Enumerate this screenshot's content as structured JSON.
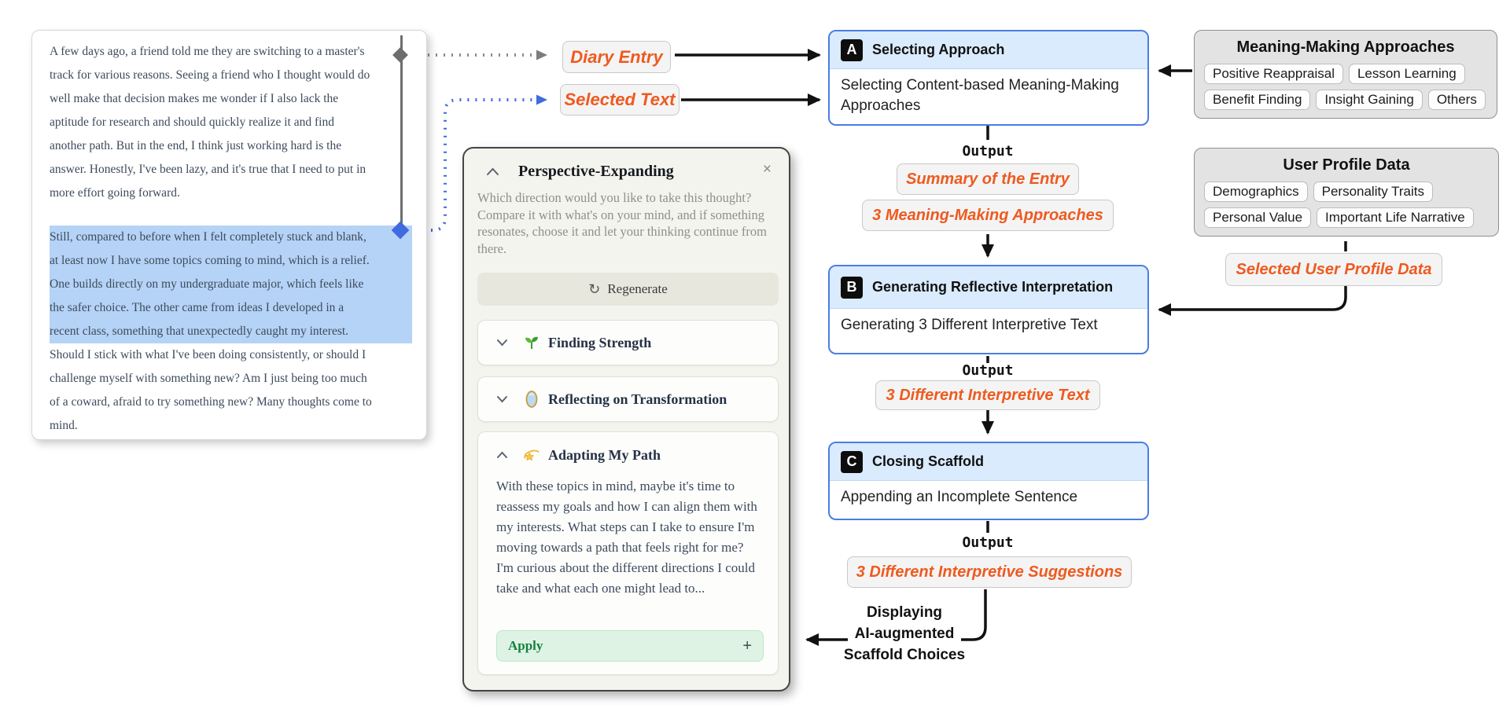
{
  "diary": {
    "lines": [
      {
        "text": "A few days ago, a friend told me they are switching to a master's",
        "highlighted": false
      },
      {
        "text": "track for various reasons. Seeing a friend who I thought would do",
        "highlighted": false
      },
      {
        "text": "well make that decision makes me wonder if I also lack the",
        "highlighted": false
      },
      {
        "text": "aptitude for research and should quickly realize it and find",
        "highlighted": false
      },
      {
        "text": "another path. But in the end, I think just working hard is the",
        "highlighted": false
      },
      {
        "text": "answer. Honestly, I've been lazy, and it's true that I need to put in",
        "highlighted": false
      },
      {
        "text": "more effort going forward.",
        "highlighted": false
      },
      {
        "text": "Still, compared to before when I felt completely stuck and blank,",
        "highlighted": true
      },
      {
        "text": "at least now I have some topics coming to mind, which is a relief.",
        "highlighted": true
      },
      {
        "text": "One builds directly on my undergraduate major, which feels like",
        "highlighted": true
      },
      {
        "text": "the safer choice. The other came from ideas I developed in a",
        "highlighted": true
      },
      {
        "text": "recent class, something that unexpectedly caught my interest.",
        "highlighted": true
      },
      {
        "text": "Should I stick with what I've been doing consistently, or should I",
        "highlighted": false
      },
      {
        "text": "challenge myself with something new? Am I just being too much",
        "highlighted": false
      },
      {
        "text": "of a coward, afraid to try something new? Many thoughts come to",
        "highlighted": false
      },
      {
        "text": "mind.",
        "highlighted": false
      }
    ]
  },
  "labels": {
    "diary_entry": "Diary Entry",
    "selected_text": "Selected Text"
  },
  "scaffold_card": {
    "title": "Perspective-Expanding",
    "close_icon": "×",
    "description": "Which direction would you like to take this thought? Compare it with what's on your mind, and if something resonates, choose it and let your thinking continue from there.",
    "regenerate": {
      "icon": "↻",
      "label": "Regenerate"
    },
    "sections": [
      {
        "icon": "seedling-icon",
        "title": "Finding Strength",
        "expanded": false
      },
      {
        "icon": "mirror-icon",
        "title": "Reflecting on Transformation",
        "expanded": false
      },
      {
        "icon": "shooting-star-icon",
        "title": "Adapting My Path",
        "expanded": true,
        "body": "With these topics in mind, maybe it's time to reassess my goals and how I can align them with my interests. What steps can I take to ensure I'm moving towards a path that feels right for me? I'm curious about the different directions I could take and what each one might lead to...",
        "apply_label": "Apply",
        "plus_icon": "+"
      }
    ]
  },
  "flow": {
    "steps": [
      {
        "badge": "A",
        "title": "Selecting Approach",
        "body": "Selecting Content-based Meaning-Making Approaches",
        "output_label": "Output",
        "outputs": [
          "Summary of the Entry",
          "3 Meaning-Making Approaches"
        ]
      },
      {
        "badge": "B",
        "title": "Generating Reflective Interpretation",
        "body": "Generating 3 Different Interpretive Text",
        "output_label": "Output",
        "outputs": [
          "3 Different Interpretive Text"
        ]
      },
      {
        "badge": "C",
        "title": "Closing Scaffold",
        "body": "Appending an Incomplete Sentence",
        "output_label": "Output",
        "outputs": [
          "3 Different Interpretive Suggestions"
        ]
      }
    ],
    "display_note_lines": [
      "Displaying",
      "AI-augmented",
      "Scaffold Choices"
    ]
  },
  "side_panels": {
    "meaning_making": {
      "title": "Meaning-Making Approaches",
      "tags": [
        "Positive Reappraisal",
        "Lesson Learning",
        "Benefit Finding",
        "Insight Gaining",
        "Others"
      ]
    },
    "user_profile": {
      "title": "User Profile Data",
      "tags": [
        "Demographics",
        "Personality Traits",
        "Personal Value",
        "Important Life Narrative"
      ],
      "selected_badge": "Selected User Profile Data"
    }
  },
  "colors": {
    "accent_orange": "#ee5a1f",
    "flow_border_blue": "#4a7de2",
    "flow_header_blue": "#d9ebfd",
    "highlight_blue": "#b5d3f6",
    "selection_blue": "#3f6ae0",
    "apply_green": "#15803d",
    "card_cream": "#f4f4ee"
  }
}
